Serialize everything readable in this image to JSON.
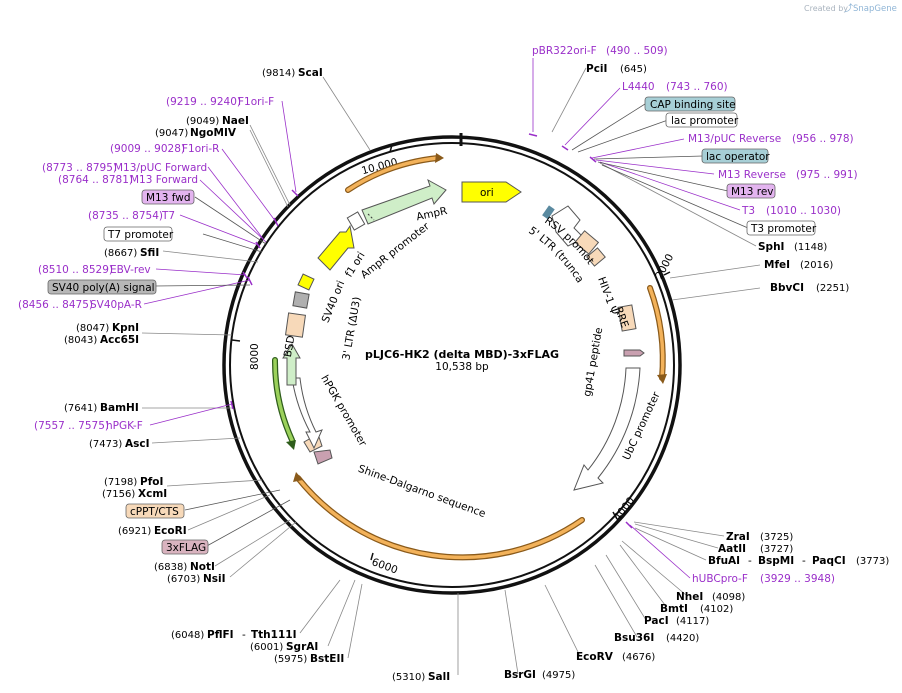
{
  "credit": {
    "prefix": "Created by",
    "brand": "SnapGene"
  },
  "plasmid": {
    "name": "pLJC6-HK2 (delta MBD)-3xFLAG",
    "length": "10,538 bp"
  },
  "ticks": [
    "2000",
    "4000",
    "6000",
    "8000",
    "10,000"
  ],
  "features": [
    {
      "label": "ori",
      "color": "#ffff00"
    },
    {
      "label": "RSV promoter",
      "color": "#ffffff"
    },
    {
      "label": "5' LTR (truncated)",
      "color": "#f7d9b9"
    },
    {
      "label": "HIV-1 Ψ",
      "color": "#f7d9b9"
    },
    {
      "label": "RRE",
      "color": "#f7d9b9"
    },
    {
      "label": "gp41 peptide",
      "color": "#c9a0b0"
    },
    {
      "label": "UbC promoter",
      "color": "#ffffff"
    },
    {
      "label": "Shine-Dalgarno sequence",
      "color": "#ffffff"
    },
    {
      "label": "hPGK promoter",
      "color": "#ffffff"
    },
    {
      "label": "BSD",
      "color": "#cfeec8"
    },
    {
      "label": "3' LTR (ΔU3)",
      "color": "#f7d9b9"
    },
    {
      "label": "SV40 ori",
      "color": "#ffff00"
    },
    {
      "label": "f1 ori",
      "color": "#ffff00"
    },
    {
      "label": "AmpR promoter",
      "color": "#ffffff"
    },
    {
      "label": "AmpR",
      "color": "#cfeec8"
    }
  ],
  "sites": [
    {
      "name": "ScaI",
      "pos": "(9814)"
    },
    {
      "name": "NaeI",
      "pos": "(9049)"
    },
    {
      "name": "NgoMIV",
      "pos": "(9047)"
    },
    {
      "name": "SfiI",
      "pos": "(8667)"
    },
    {
      "name": "KpnI",
      "pos": "(8047)"
    },
    {
      "name": "Acc65I",
      "pos": "(8043)"
    },
    {
      "name": "BamHI",
      "pos": "(7641)"
    },
    {
      "name": "AscI",
      "pos": "(7473)"
    },
    {
      "name": "PfoI",
      "pos": "(7198)"
    },
    {
      "name": "XcmI",
      "pos": "(7156)"
    },
    {
      "name": "EcoRI",
      "pos": "(6921)"
    },
    {
      "name": "NotI",
      "pos": "(6838)"
    },
    {
      "name": "NsiI",
      "pos": "(6703)"
    },
    {
      "name": "PflFI",
      "pos": "(6048)"
    },
    {
      "name": "Tth111I",
      "pos": ""
    },
    {
      "name": "SgrAI",
      "pos": "(6001)"
    },
    {
      "name": "BstEII",
      "pos": "(5975)"
    },
    {
      "name": "SalI",
      "pos": "(5310)"
    },
    {
      "name": "BsrGI",
      "pos": "(4975)"
    },
    {
      "name": "EcoRV",
      "pos": "(4676)"
    },
    {
      "name": "Bsu36I",
      "pos": "(4420)"
    },
    {
      "name": "PacI",
      "pos": "(4117)"
    },
    {
      "name": "BmtI",
      "pos": "(4102)"
    },
    {
      "name": "NheI",
      "pos": "(4098)"
    },
    {
      "name": "BfuAI",
      "pos": ""
    },
    {
      "name": "BspMI",
      "pos": ""
    },
    {
      "name": "PaqCI",
      "pos": "(3773)"
    },
    {
      "name": "AatII",
      "pos": "(3727)"
    },
    {
      "name": "ZraI",
      "pos": "(3725)"
    },
    {
      "name": "BbvCI",
      "pos": "(2251)"
    },
    {
      "name": "MfeI",
      "pos": "(2016)"
    },
    {
      "name": "SphI",
      "pos": "(1148)"
    },
    {
      "name": "PciI",
      "pos": "(645)"
    }
  ],
  "primers": [
    {
      "name": "pBR322ori-F",
      "range": "(490 .. 509)"
    },
    {
      "name": "L4440",
      "range": "(743 .. 760)"
    },
    {
      "name": "M13/pUC Reverse",
      "range": "(956 .. 978)"
    },
    {
      "name": "M13 Reverse",
      "range": "(975 .. 991)"
    },
    {
      "name": "T3",
      "range": "(1010 .. 1030)"
    },
    {
      "name": "hUBCpro-F",
      "range": "(3929 .. 3948)"
    },
    {
      "name": "hPGK-F",
      "range": "(7557 .. 7575)"
    },
    {
      "name": "SV40pA-R",
      "range": "(8456 .. 8475)"
    },
    {
      "name": "EBV-rev",
      "range": "(8510 .. 8529)"
    },
    {
      "name": "T7",
      "range": "(8735 .. 8754)"
    },
    {
      "name": "M13 Forward",
      "range": "(8764 .. 8781)"
    },
    {
      "name": "M13/pUC Forward",
      "range": "(8773 .. 8795)"
    },
    {
      "name": "F1ori-R",
      "range": "(9009 .. 9028)"
    },
    {
      "name": "F1ori-F",
      "range": "(9219 .. 9240)"
    }
  ],
  "boxes": [
    {
      "label": "CAP binding site",
      "color": "#a7cfd6"
    },
    {
      "label": "lac promoter",
      "color": "#ffffff"
    },
    {
      "label": "lac operator",
      "color": "#a7cfd6"
    },
    {
      "label": "M13 rev",
      "color": "#e3b4ef"
    },
    {
      "label": "T3 promoter",
      "color": "#ffffff"
    },
    {
      "label": "M13 fwd",
      "color": "#e3b4ef"
    },
    {
      "label": "T7 promoter",
      "color": "#ffffff"
    },
    {
      "label": "SV40 poly(A) signal",
      "color": "#b7b7b7"
    },
    {
      "label": "cPPT/CTS",
      "color": "#f7d9b9"
    },
    {
      "label": "3xFLAG",
      "color": "#d9b3bf"
    }
  ]
}
